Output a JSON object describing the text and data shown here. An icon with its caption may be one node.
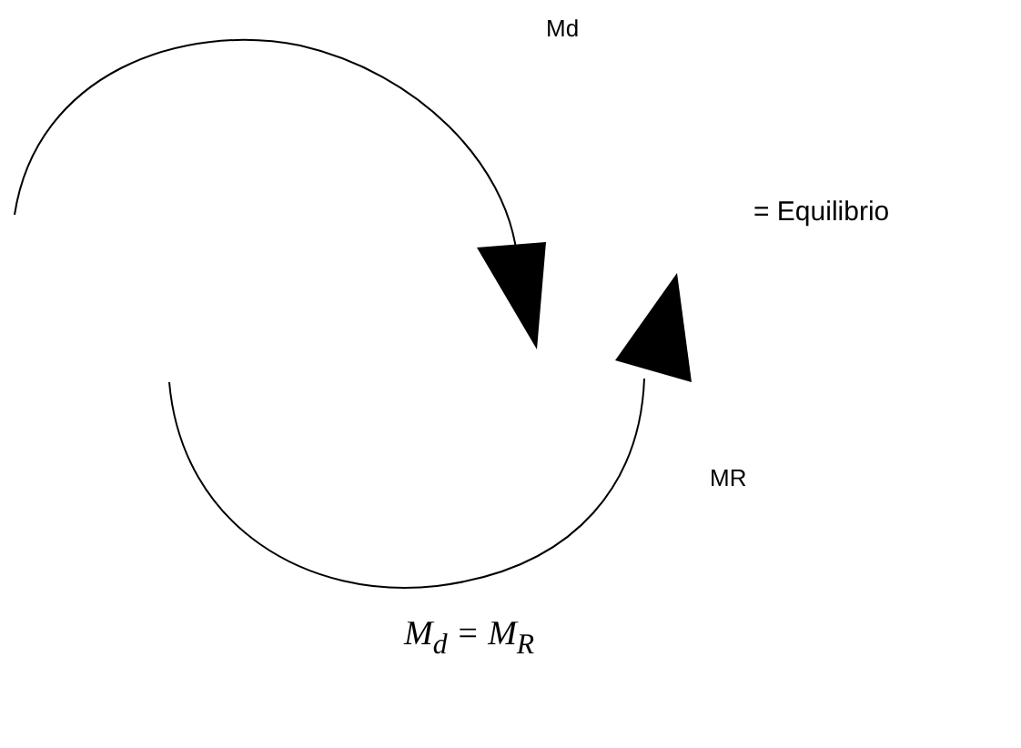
{
  "diagram": {
    "labels": [
      "Md",
      "= Equilibrio",
      "MR",
      "M$_{d}$ = M$_{R}$"
    ]
  }
}
